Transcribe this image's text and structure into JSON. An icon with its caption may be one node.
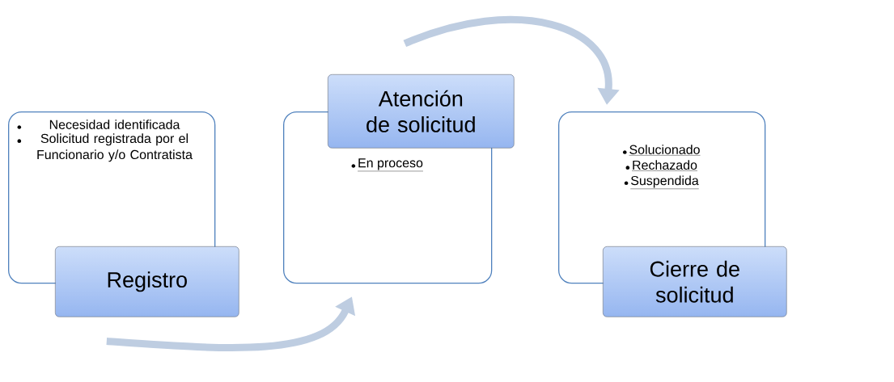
{
  "diagram": {
    "nodes": [
      {
        "text": [
          "Necesidad identificada",
          "Solicitud registrada por el Funcionario y/o Contratista"
        ]
      },
      {
        "text": [
          "Registro"
        ]
      },
      {
        "text": [
          "En proceso"
        ]
      },
      {
        "text": [
          "Atención de solicitud"
        ]
      },
      {
        "text": [
          "Solucionado",
          "Rechazado",
          "Suspendida"
        ]
      },
      {
        "text": [
          "Cierre de solicitud"
        ]
      }
    ],
    "edges": [
      {
        "from": 1,
        "to": 2,
        "arrow": "to"
      },
      {
        "from": 3,
        "to": 4,
        "arrow": "to"
      }
    ]
  }
}
